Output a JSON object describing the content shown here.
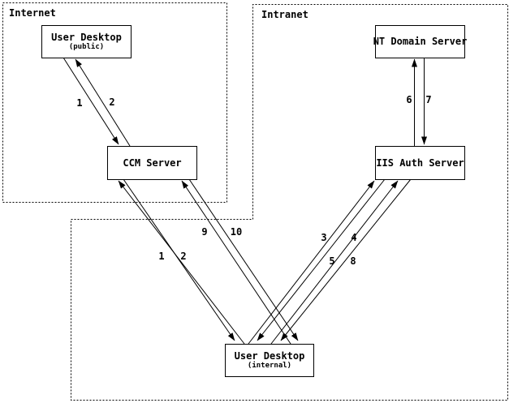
{
  "zones": {
    "internet": {
      "label": "Internet"
    },
    "intranet": {
      "label": "Intranet"
    }
  },
  "nodes": {
    "user_desktop_public": {
      "title": "User Desktop",
      "subtitle": "(public)"
    },
    "ccm_server": {
      "title": "CCM Server"
    },
    "nt_domain_server": {
      "title": "NT Domain Server"
    },
    "iis_auth_server": {
      "title": "IIS Auth Server"
    },
    "user_desktop_internal": {
      "title": "User Desktop",
      "subtitle": "(internal)"
    }
  },
  "edge_labels": {
    "public_1": "1",
    "public_2": "2",
    "internal_1": "1",
    "internal_2": "2",
    "e9": "9",
    "e10": "10",
    "e3": "3",
    "e4": "4",
    "e5": "5",
    "e8": "8",
    "e6": "6",
    "e7": "7"
  },
  "colors": {
    "line": "#000000",
    "background": "#ffffff"
  }
}
